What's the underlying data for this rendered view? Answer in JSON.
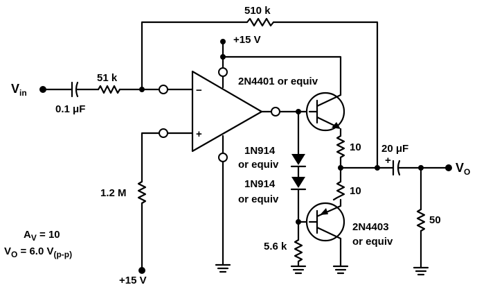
{
  "labels": {
    "vin_main": "V",
    "vin_sub": "in",
    "vo_main": "V",
    "vo_sub": "O",
    "r_feedback": "510 k",
    "supply_top": "+15 V",
    "r_input": "51 k",
    "c_input": "0.1 μF",
    "q1": "2N4401 or equiv",
    "d1_part": "1N914",
    "d1_equiv": "or equiv",
    "d2_part": "1N914",
    "d2_equiv": "or equiv",
    "r_emitter_top": "10",
    "r_emitter_bottom": "10",
    "c_output": "20 μF",
    "r_bias": "1.2 M",
    "q2_part": "2N4403",
    "q2_equiv": "or equiv",
    "r_load": "50",
    "r_base_bias": "5.6 k",
    "gain": "A",
    "gain_sub": "V",
    "gain_value": " = 10",
    "vout_main": "V",
    "vout_sub": "O",
    "vout_value": " = 6.0 V",
    "vout_unit": "(p-p)",
    "supply_bottom": "+15 V",
    "minus": "−",
    "plus": "+",
    "cap_plus": "+"
  }
}
